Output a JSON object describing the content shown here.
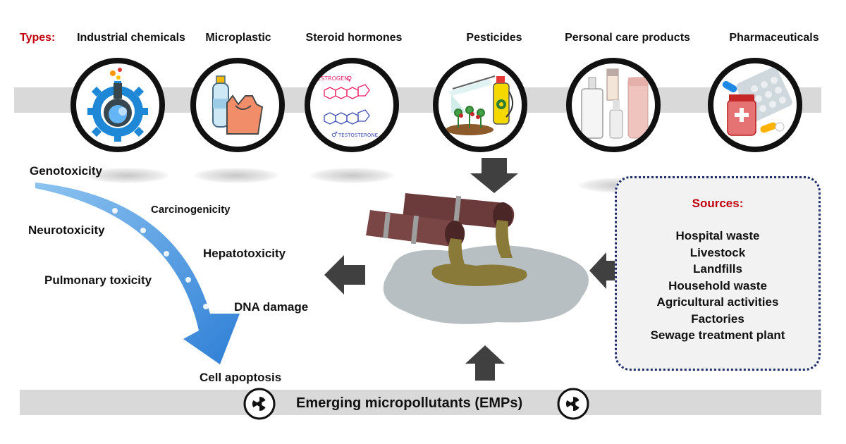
{
  "types": {
    "label": "Types:",
    "items": [
      {
        "label": "Industrial chemicals",
        "icon": "industrial-chemicals-icon"
      },
      {
        "label": "Microplastic",
        "icon": "microplastic-icon"
      },
      {
        "label": "Steroid hormones",
        "icon": "steroid-hormones-icon"
      },
      {
        "label": "Pesticides",
        "icon": "pesticides-icon"
      },
      {
        "label": "Personal care products",
        "icon": "personal-care-icon"
      },
      {
        "label": "Pharmaceuticals",
        "icon": "pharmaceuticals-icon"
      }
    ],
    "hormone_texts": {
      "estrogen": "ESTROGEN",
      "testosterone": "TESTOSTERONE"
    }
  },
  "effects": [
    "Genotoxicity",
    "Carcinogenicity",
    "Neurotoxicity",
    "Hepatotoxicity",
    "Pulmonary toxicity",
    "DNA damage",
    "Cell apoptosis"
  ],
  "sources": {
    "title": "Sources:",
    "items": [
      "Hospital waste",
      "Livestock",
      "Landfills",
      "Household waste",
      "Agricultural activities",
      "Factories",
      "Sewage treatment plant"
    ]
  },
  "footer": {
    "title": "Emerging micropollutants (EMPs)"
  },
  "colors": {
    "accent_red": "#c0000b",
    "band_gray": "#d9d9d9",
    "arrow_dark": "#404040",
    "pipe_brown": "#6b3a3a",
    "effluent": "#8a7a3a",
    "blue_arrow": "#3d86d6",
    "sources_border": "#1f2f6b"
  }
}
